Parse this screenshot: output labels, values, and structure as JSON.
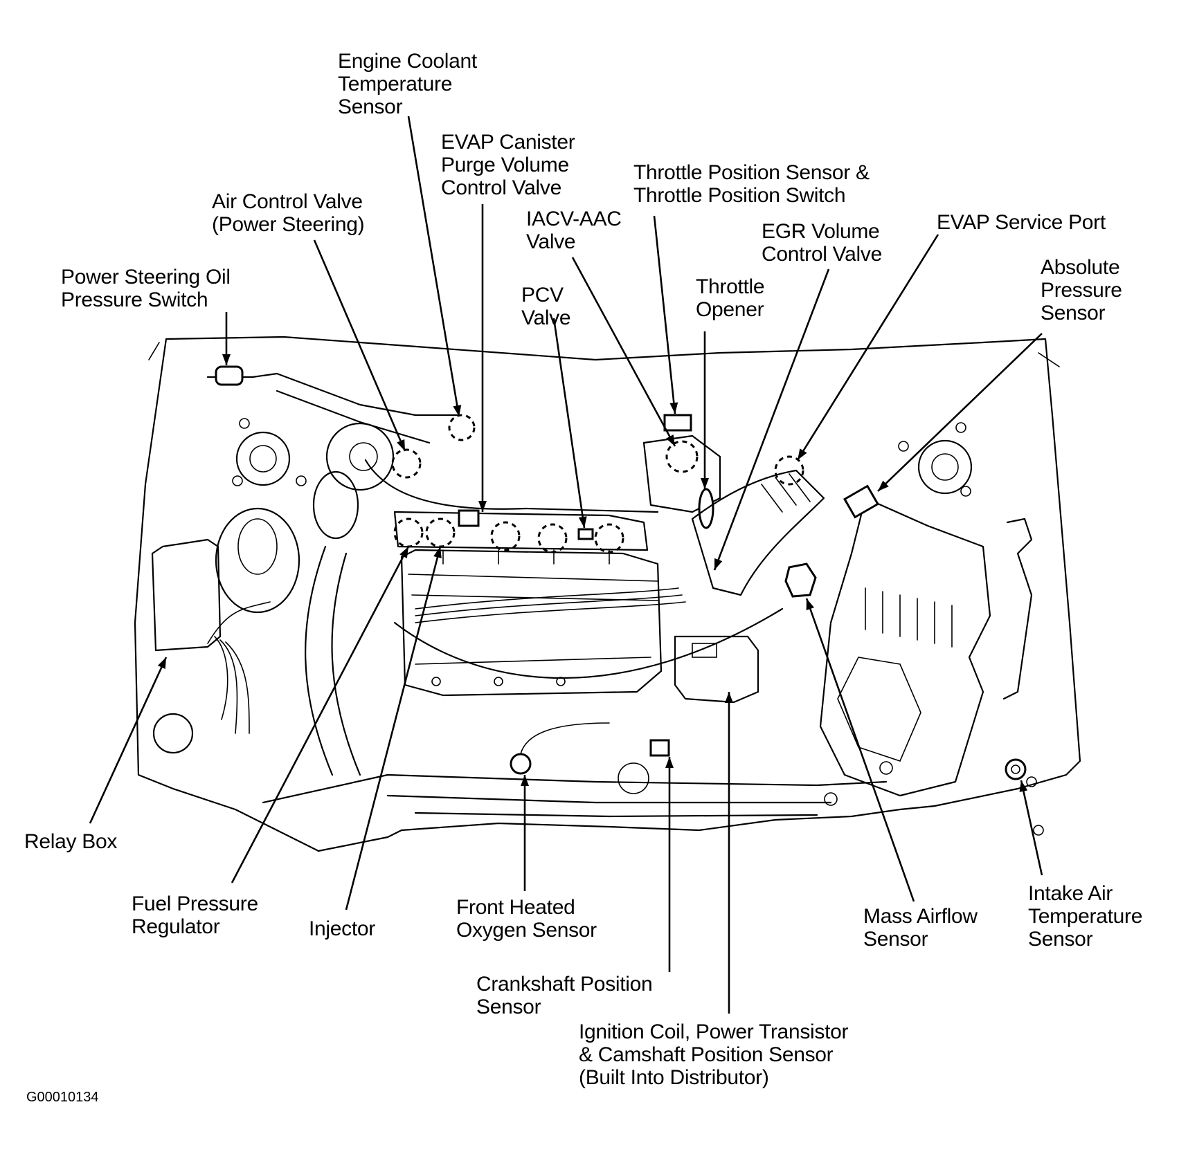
{
  "title": "Engine Compartment Component Locations",
  "figure_id": "G00010134",
  "colors": {
    "line": "#000000",
    "background": "#ffffff"
  },
  "components": [
    {
      "id": "engine-coolant-temperature-sensor",
      "lines": [
        "Engine Coolant",
        "Temperature",
        "Sensor"
      ]
    },
    {
      "id": "evap-canister-purge-volume-control-valve",
      "lines": [
        "EVAP Canister",
        "Purge Volume",
        "Control Valve"
      ]
    },
    {
      "id": "air-control-valve",
      "lines": [
        "Air Control Valve",
        "(Power Steering)"
      ]
    },
    {
      "id": "throttle-position-sensor",
      "lines": [
        "Throttle Position Sensor &",
        "Throttle Position Switch"
      ]
    },
    {
      "id": "iacv-aac-valve",
      "lines": [
        "IACV-AAC",
        "Valve"
      ]
    },
    {
      "id": "egr-volume-control-valve",
      "lines": [
        "EGR Volume",
        "Control Valve"
      ]
    },
    {
      "id": "evap-service-port",
      "lines": [
        "EVAP Service Port"
      ]
    },
    {
      "id": "power-steering-oil-pressure-switch",
      "lines": [
        "Power Steering Oil",
        "Pressure Switch"
      ]
    },
    {
      "id": "pcv-valve",
      "lines": [
        "PCV",
        "Valve"
      ]
    },
    {
      "id": "throttle-opener",
      "lines": [
        "Throttle",
        "Opener"
      ]
    },
    {
      "id": "absolute-pressure-sensor",
      "lines": [
        "Absolute",
        "Pressure",
        "Sensor"
      ]
    },
    {
      "id": "relay-box",
      "lines": [
        "Relay Box"
      ]
    },
    {
      "id": "fuel-pressure-regulator",
      "lines": [
        "Fuel Pressure",
        "Regulator"
      ]
    },
    {
      "id": "injector",
      "lines": [
        "Injector"
      ]
    },
    {
      "id": "front-heated-oxygen-sensor",
      "lines": [
        "Front Heated",
        "Oxygen Sensor"
      ]
    },
    {
      "id": "crankshaft-position-sensor",
      "lines": [
        "Crankshaft Position",
        "Sensor"
      ]
    },
    {
      "id": "ignition-coil-distributor",
      "lines": [
        "Ignition Coil, Power Transistor",
        "& Camshaft Position Sensor",
        "(Built Into Distributor)"
      ]
    },
    {
      "id": "mass-airflow-sensor",
      "lines": [
        "Mass Airflow",
        "Sensor"
      ]
    },
    {
      "id": "intake-air-temperature-sensor",
      "lines": [
        "Intake Air",
        "Temperature",
        "Sensor"
      ]
    }
  ]
}
